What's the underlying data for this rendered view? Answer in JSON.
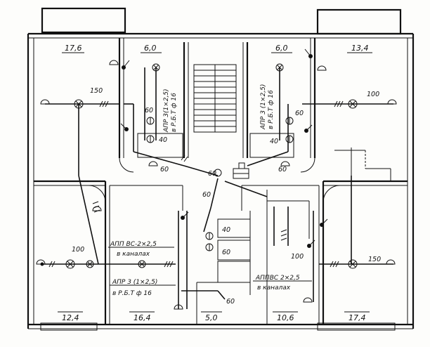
{
  "rooms": {
    "top_left": "17,6",
    "top_center_left": "6,0",
    "top_center_right": "6,0",
    "top_right": "13,4",
    "bottom_left": "12,4",
    "bottom_center_left": "16,4",
    "bottom_center": "5,0",
    "bottom_center_right": "10,6",
    "bottom_right": "17,4"
  },
  "lamp_ratings": {
    "top_left_room": "150",
    "top_right_room": "100",
    "bottom_left_room": "100",
    "bottom_right_room": "150",
    "bath_left_upper": "60",
    "bath_left_lower": "40",
    "hall_left": "60",
    "bath_right_upper": "60",
    "bath_right_lower": "40",
    "hall_right": "60",
    "stair_landing": "60",
    "landing_lower": "60",
    "kitchen_upper": "40",
    "kitchen_lower": "60",
    "corridor_right": "100",
    "corridor_bottom": "60"
  },
  "wire_labels": {
    "left_vertical": "АПР 3(1×2,5)",
    "left_vertical_pipe": "в Р.Б.Т ф 16",
    "right_vertical": "АПР 3 (1×2,5)",
    "right_vertical_pipe": "в Р.Б.Т ф 16",
    "channel_left": "АПП ВС-2×2,5",
    "channel_left_sub": "в каналах",
    "tube_bottom": "АПР 3 (1×2,5)",
    "tube_bottom_sub": "в Р.Б.Т ф 16",
    "channel_right": "АППВС 2×2,5",
    "channel_right_sub": "в каналах"
  },
  "fixture_symbols": {
    "lamp": "lamp-cross-circle-icon",
    "switch": "switch-icon",
    "socket": "socket-icon",
    "junction": "junction-box-icon",
    "panel": "distribution-panel-icon"
  }
}
